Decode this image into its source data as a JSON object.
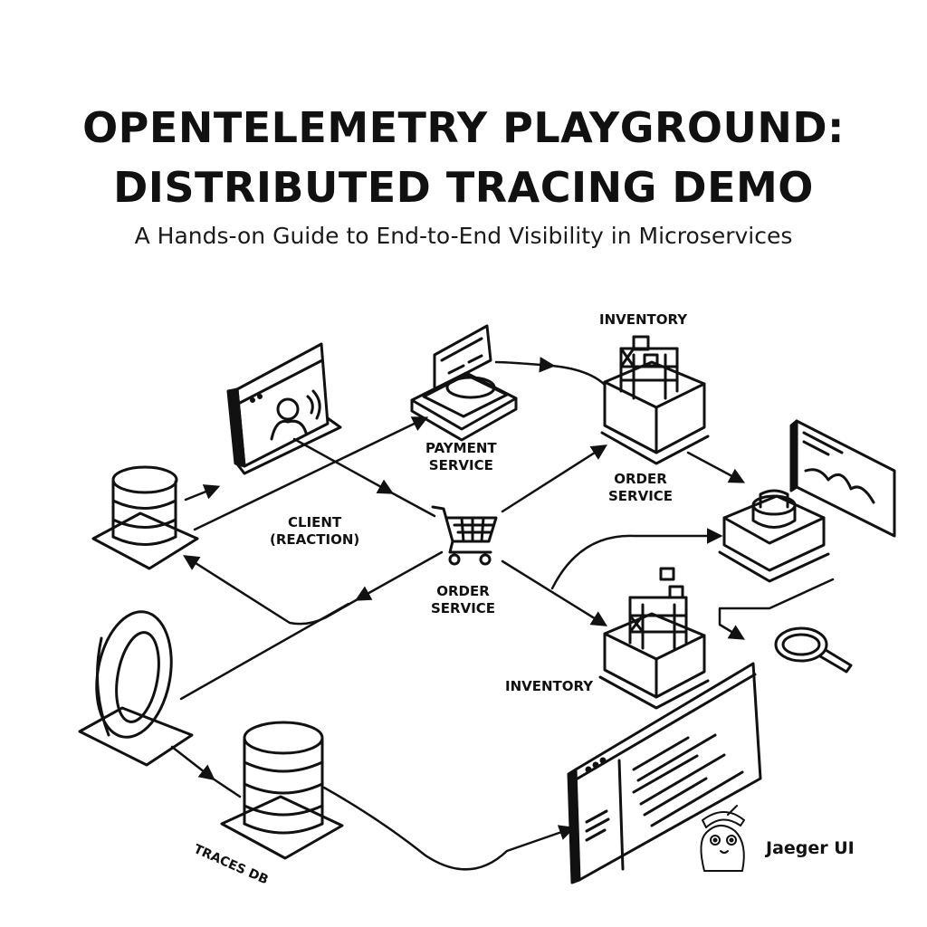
{
  "header": {
    "title_line1": "OPENTELEMETRY PLAYGROUND:",
    "title_line2": "DISTRIBUTED TRACING DEMO",
    "subtitle": "A Hands-on Guide to End-to-End Visibility in Microservices"
  },
  "labels": {
    "client": "CLIENT\n(REACTION)",
    "payment": "PAYMENT\nSERVICE",
    "inventory_top": "INVENTORY",
    "order_service_right": "ORDER\nSERVICE",
    "order_service_center": "ORDER\nSERVICE",
    "inventory_bottom": "INVENTORY",
    "traces_db": "TRACES DB",
    "jaeger_ui": "Jaeger UI"
  },
  "icons": [
    "database-icon",
    "browser-user-icon",
    "payment-terminal-icon",
    "warehouse-shelf-icon",
    "shopping-cart-icon",
    "server-box-icon",
    "chart-monitor-icon",
    "magnifier-icon",
    "ring-icon",
    "code-window-icon",
    "gopher-mascot-icon"
  ]
}
